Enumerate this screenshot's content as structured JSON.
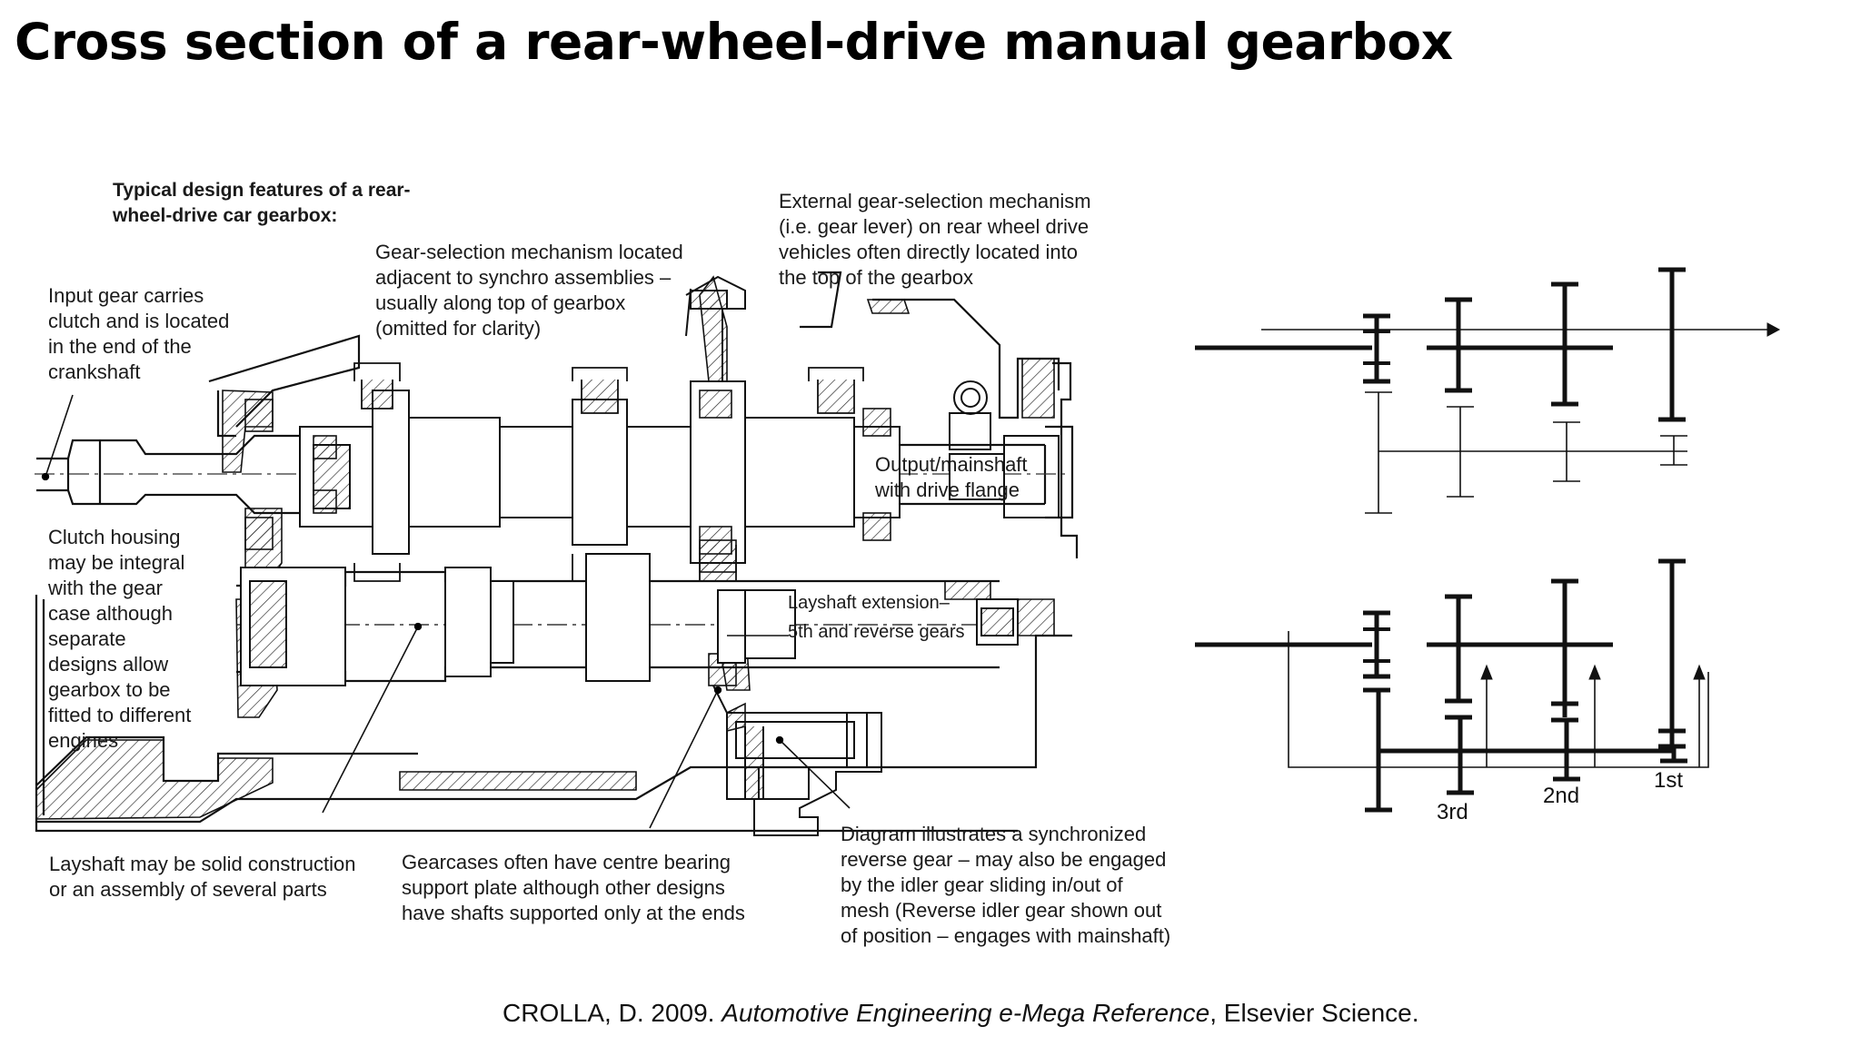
{
  "title": "Cross section of a rear-wheel-drive manual gearbox",
  "labels": {
    "typical": "Typical design features of a rear-\nwheel-drive car gearbox:",
    "input_gear": "Input gear carries\nclutch and is located\nin the end of the\ncrankshaft",
    "gear_selection": "Gear-selection mechanism located\nadjacent to synchro assemblies –\nusually along top of gearbox\n(omitted for clarity)",
    "external": "External gear-selection mechanism\n(i.e. gear lever) on rear wheel drive\nvehicles often directly located into\nthe top of the gearbox",
    "output": "Output/mainshaft\nwith drive flange",
    "clutch_housing": "Clutch housing\nmay be integral\nwith the gear\ncase although\nseparate\ndesigns allow\ngearbox to be\nfitted to different\nengines",
    "layshaft_ext_1": "Layshaft extension–",
    "layshaft_ext_2": "5th and reverse gears",
    "layshaft": "Layshaft may be solid construction\nor an assembly of several parts",
    "gearcases": "Gearcases often have centre bearing\nsupport plate although other designs\nhave shafts supported only at the ends",
    "reverse": "Diagram illustrates a synchronized\nreverse gear – may also be engaged\nby the idler gear sliding in/out of\nmesh (Reverse idler gear shown out\nof position – engages with mainshaft)"
  },
  "gear_labels": {
    "third": "3rd",
    "second": "2nd",
    "first": "1st"
  },
  "citation": {
    "author": "CROLLA, D. 2009. ",
    "work": "Automotive Engineering e-Mega Reference",
    "publisher": ", Elsevier Science."
  }
}
